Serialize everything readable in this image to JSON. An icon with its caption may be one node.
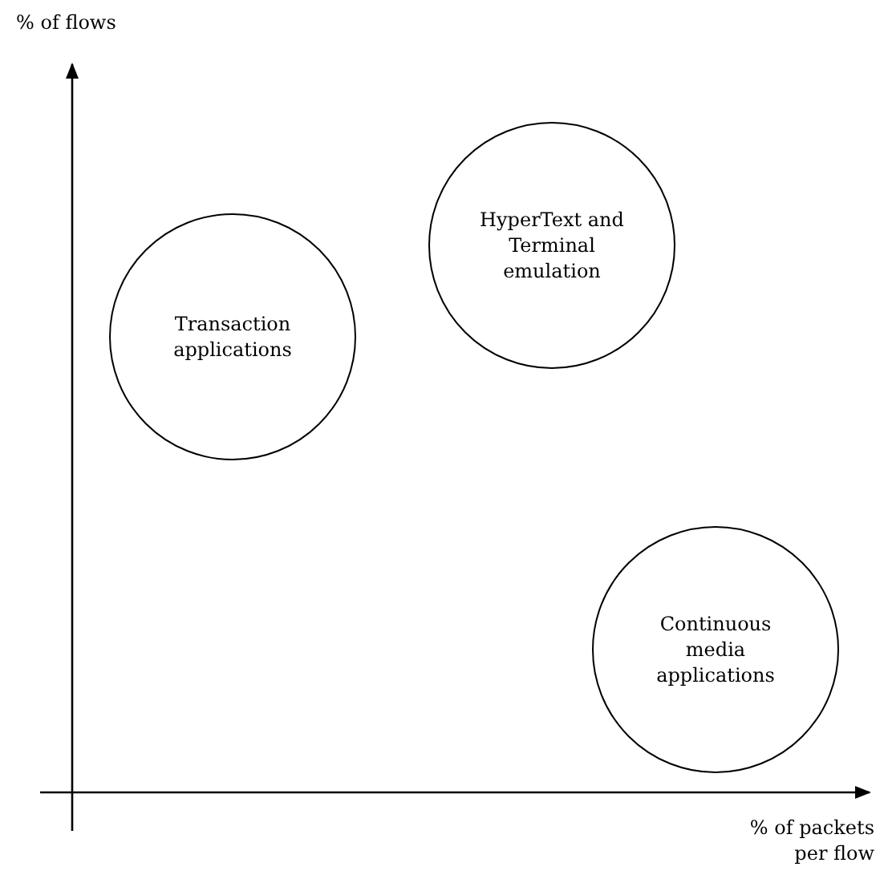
{
  "diagram": {
    "nodes": [
      {
        "text": [
          "HyperText and Terminal emulation"
        ]
      },
      {
        "text": [
          "Transaction applications"
        ]
      },
      {
        "text": [
          "Continuous media applications"
        ]
      }
    ],
    "labels": [
      "% of flows",
      "% of packets per flow"
    ]
  }
}
